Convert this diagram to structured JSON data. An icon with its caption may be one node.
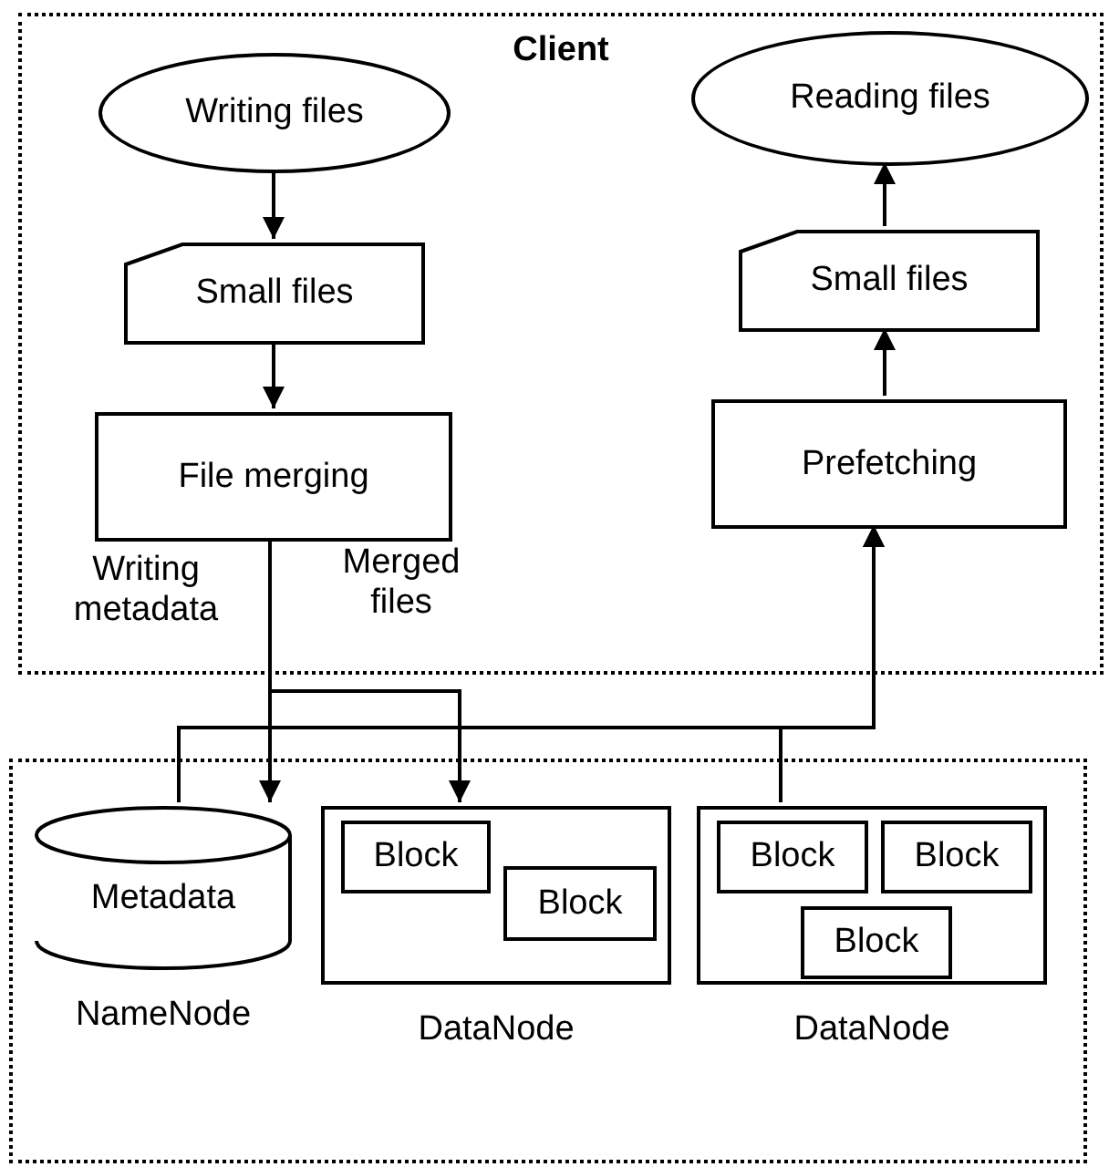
{
  "diagram": {
    "nodes": [
      {
        "text": [
          "Client"
        ]
      },
      {
        "text": [
          "Writing files"
        ],
        "in": 0
      },
      {
        "text": [
          "Small files"
        ],
        "in": 0
      },
      {
        "text": [
          "File merging"
        ],
        "in": 0
      },
      {
        "text": [
          "Reading files"
        ],
        "in": 0
      },
      {
        "text": [
          "Small files"
        ],
        "in": 0
      },
      {
        "text": [
          "Prefetching"
        ],
        "in": 0
      },
      {
        "text": [],
        "shape": "box"
      },
      {
        "text": [
          "Metadata"
        ],
        "beside": [
          "NameNode"
        ],
        "in": 7
      },
      {
        "text": [],
        "shape": "box",
        "beside": [
          "DataNode"
        ],
        "in": 7
      },
      {
        "text": [
          "Block"
        ],
        "in": 9
      },
      {
        "text": [
          "Block"
        ],
        "in": 9
      },
      {
        "text": [],
        "shape": "box",
        "beside": [
          "DataNode"
        ],
        "in": 7
      },
      {
        "text": [
          "Block"
        ],
        "in": 12
      },
      {
        "text": [
          "Block"
        ],
        "in": 12
      },
      {
        "text": [
          "Block"
        ],
        "in": 12
      }
    ],
    "edges": [
      {
        "from": 1,
        "to": 2,
        "arrow": "to"
      },
      {
        "from": 2,
        "to": 3,
        "arrow": "to"
      },
      {
        "from": 3,
        "to": 8,
        "arrow": "to",
        "label": "Writing metadata"
      },
      {
        "from": 3,
        "to": 9,
        "arrow": "to",
        "label": "Merged files"
      },
      {
        "from": 8,
        "to": 6,
        "arrow": "to"
      },
      {
        "from": 12,
        "to": 6,
        "arrow": "to"
      },
      {
        "from": 6,
        "to": 5,
        "arrow": "to"
      },
      {
        "from": 5,
        "to": 4,
        "arrow": "to"
      }
    ]
  }
}
